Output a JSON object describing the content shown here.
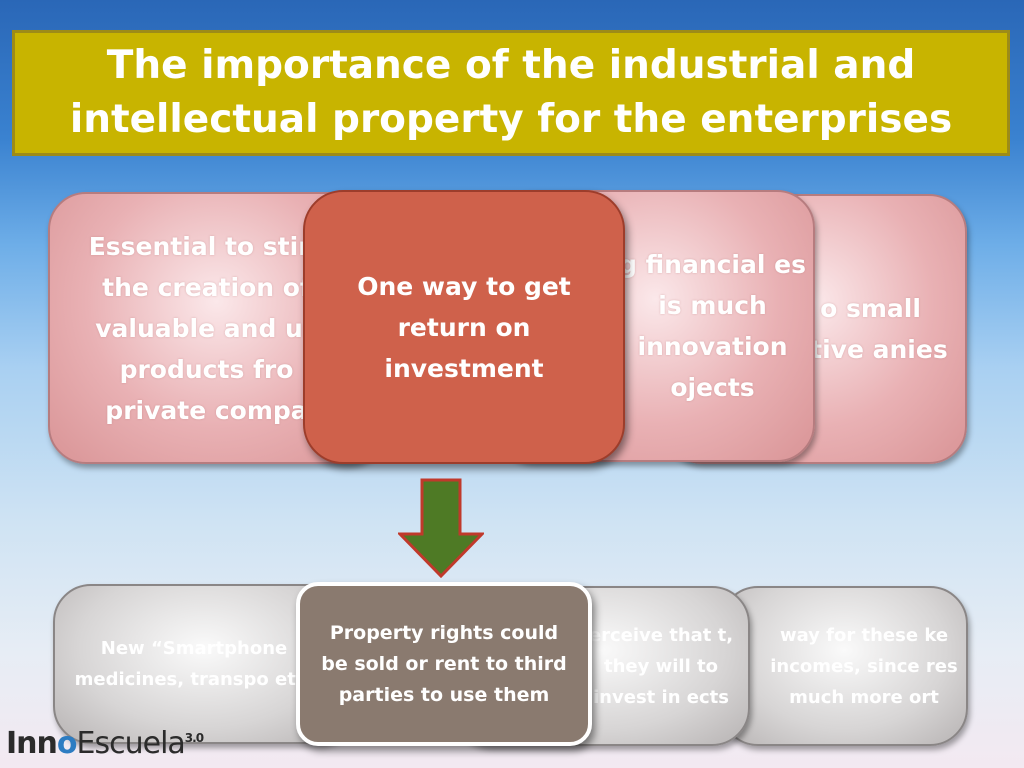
{
  "title": "The importance of the industrial and intellectual property for the enterprises",
  "top_cards": [
    {
      "text": "Essential to stim the creation of valuable and us products fro private compa"
    },
    {
      "text": "g financial es is much innovation ojects"
    },
    {
      "text": "o small ative anies"
    }
  ],
  "center_top": "One way to get return on investment",
  "bottom_cards": [
    {
      "text": "New “Smartphone medicines, transpo etc."
    },
    {
      "text": "erceive that t, they will to invest in ects"
    },
    {
      "text": "way for these ke incomes, since res much more ort"
    }
  ],
  "center_bottom": "Property rights could be sold or rent to third parties to use them",
  "logo": {
    "prefix": "Inn",
    "o": "o",
    "suffix": "Escuela",
    "sup": "3.0"
  },
  "colors": {
    "title_bg": "#c8b400",
    "center_top_bg": "#cf614b",
    "arrow": "#4e7a25",
    "center_bottom_bg": "#8a7a6f"
  }
}
